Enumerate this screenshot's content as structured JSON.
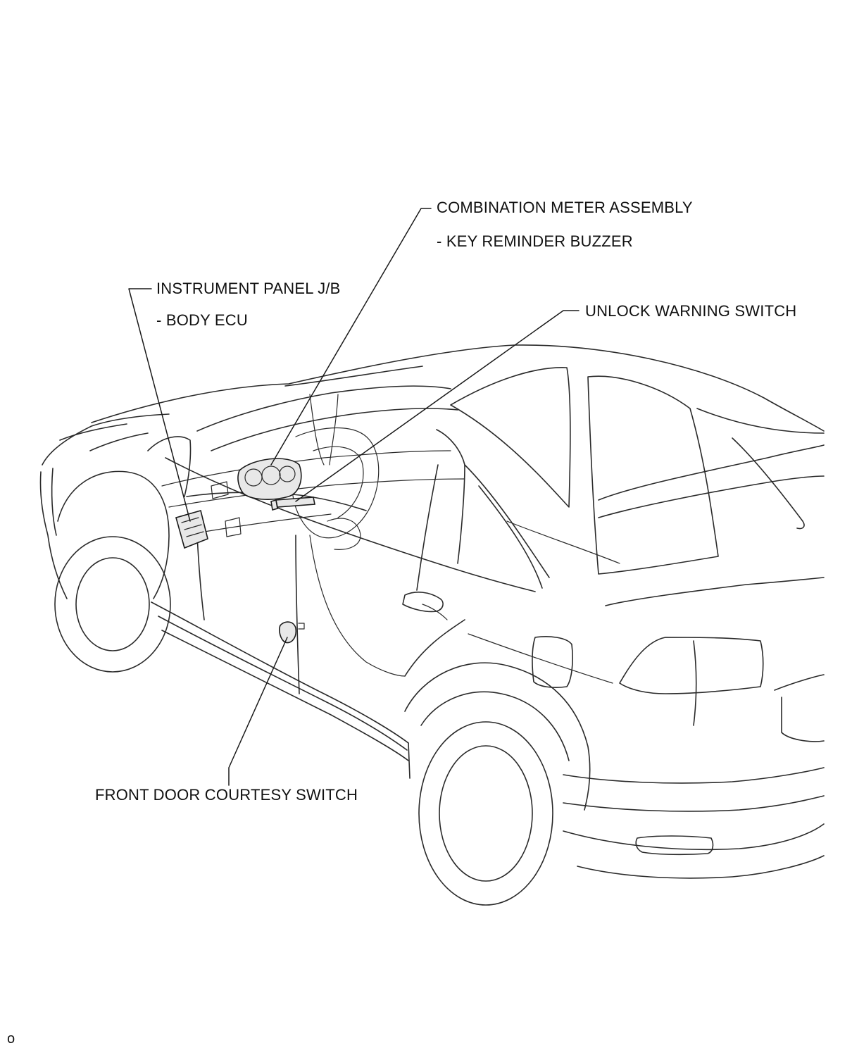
{
  "labels": {
    "combination_meter": "COMBINATION METER ASSEMBLY",
    "key_reminder": "- KEY REMINDER BUZZER",
    "instrument_panel": "INSTRUMENT PANEL J/B",
    "body_ecu": "- BODY ECU",
    "unlock_warning": "UNLOCK WARNING SWITCH",
    "front_door": "FRONT DOOR COURTESY SWITCH"
  },
  "footer": {
    "page_marker": "o"
  }
}
